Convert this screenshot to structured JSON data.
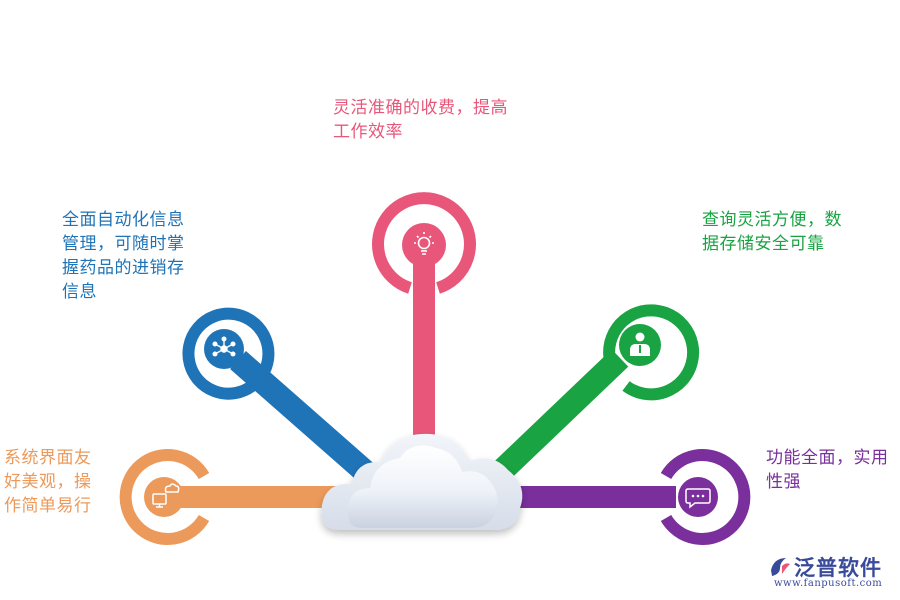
{
  "colors": {
    "top": "#e8577a",
    "upper_left": "#1f73b7",
    "upper_right": "#1aa342",
    "left": "#ec9a5b",
    "right": "#7a2f9c"
  },
  "features": {
    "top": {
      "text": "灵活准确的收费，提高\n工作效率",
      "icon": "lightbulb-icon"
    },
    "upper_left": {
      "text": "全面自动化信息\n管理，可随时掌\n握药品的进销存\n信息",
      "icon": "network-icon"
    },
    "upper_right": {
      "text": "查询灵活方便，数\n据存储安全可靠",
      "icon": "user-icon"
    },
    "left": {
      "text": "系统界面友\n好美观，操\n作简单易行",
      "icon": "computer-cloud-icon"
    },
    "right": {
      "text": "功能全面，实用\n性强",
      "icon": "chat-icon"
    }
  },
  "logo": {
    "name": "泛普软件",
    "url": "www.fanpusoft.com"
  }
}
